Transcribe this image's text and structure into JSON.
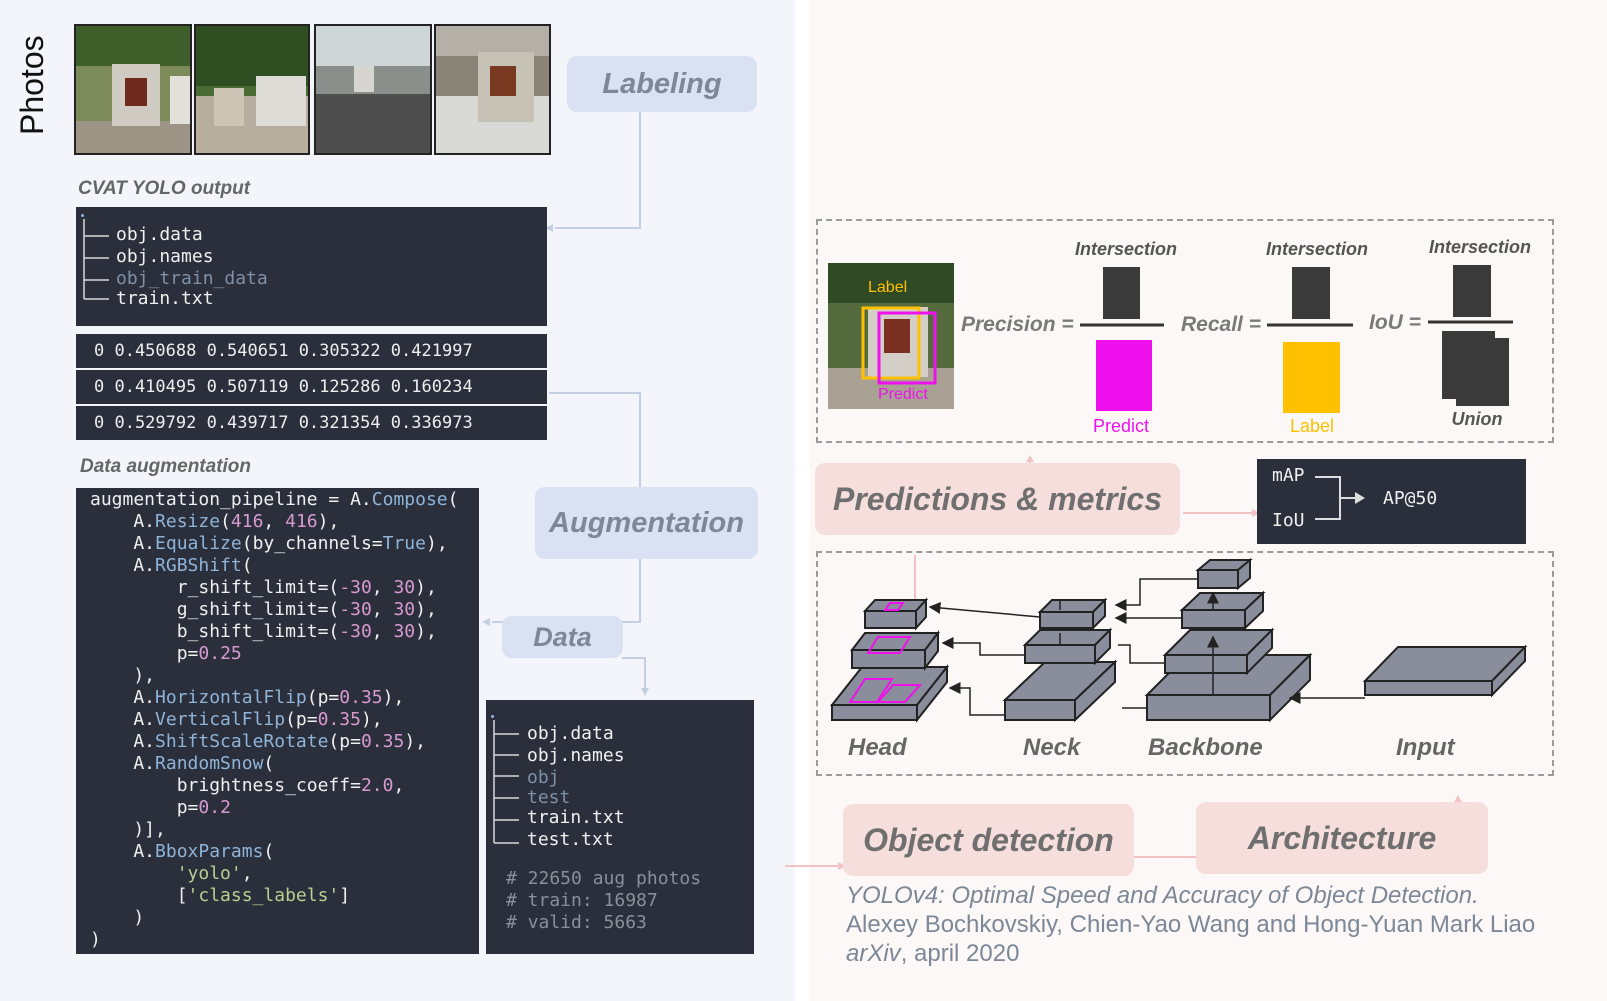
{
  "left": {
    "photos_title": "Photos",
    "labeling": "Labeling",
    "cvat_caption": "CVAT YOLO output",
    "cvat_tree": [
      "obj.data",
      "obj.names",
      "obj_train_data",
      "train.txt"
    ],
    "label_rows": [
      "0 0.450688 0.540651 0.305322 0.421997",
      "0 0.410495 0.507119 0.125286 0.160234",
      "0 0.529792 0.439717 0.321354 0.336973"
    ],
    "augmentation": "Augmentation",
    "aug_caption": "Data augmentation",
    "data": "Data",
    "data_tree": [
      "obj.data",
      "obj.names",
      "obj",
      "test",
      "train.txt",
      "test.txt"
    ],
    "data_comments": [
      "# 22650 aug photos",
      "# train: 16987",
      "# valid: 5663"
    ]
  },
  "code": {
    "l1a": "augmentation_pipeline = A.",
    "l1b": "Compose",
    "l1c": "(",
    "resize": "Resize",
    "resize_args_a": "416",
    "resize_args_b": "416",
    "equalize": "Equalize",
    "by_channels": "by_channels=",
    "true_val": "True",
    "rgbshift": "RGBShift",
    "r_shift": "r_shift_limit=(",
    "g_shift": "g_shift_limit=(",
    "b_shift": "b_shift_limit=(",
    "neg30": "-30",
    "pos30": "30",
    "p_eq": "p=",
    "p025": "0.25",
    "hflip": "HorizontalFlip",
    "vflip": "VerticalFlip",
    "shift": "ShiftScaleRotate",
    "p035": "0.35",
    "snow": "RandomSnow",
    "bright": "brightness_coeff=",
    "bright_val": "2.0",
    "p02": "0.2",
    "bbox": "BboxParams",
    "yolo": "'yolo'",
    "class_labels": "'class_labels'"
  },
  "right": {
    "intersection": "Intersection",
    "label_tag": "Label",
    "predict_tag": "Predict",
    "precision": "Precision =",
    "recall": "Recall =",
    "iou": "IoU =",
    "predict": "Predict",
    "label": "Label",
    "union": "Union",
    "predictions_metrics": "Predictions & metrics",
    "map": "mAP",
    "iou_code": "IoU",
    "ap50": "AP@50",
    "head": "Head",
    "neck": "Neck",
    "backbone": "Backbone",
    "input": "Input",
    "object_detection": "Object detection",
    "architecture": "Architecture",
    "ref_title": "YOLOv4: Optimal Speed and Accuracy of Object Detection.",
    "ref_authors": "Alexey Bochkovskiy, Chien-Yao Wang and Hong-Yuan Mark Liao",
    "ref_venue": "arXiv",
    "ref_date": ", april 2020"
  },
  "colors": {
    "code_bg": "#2b2f3b",
    "stage_blue": "#d9e1f2",
    "stage_pink": "#f6dedd",
    "predict_magenta": "#ee11ee",
    "label_yellow": "#ffc000",
    "block_gray": "#8a8d9b"
  }
}
